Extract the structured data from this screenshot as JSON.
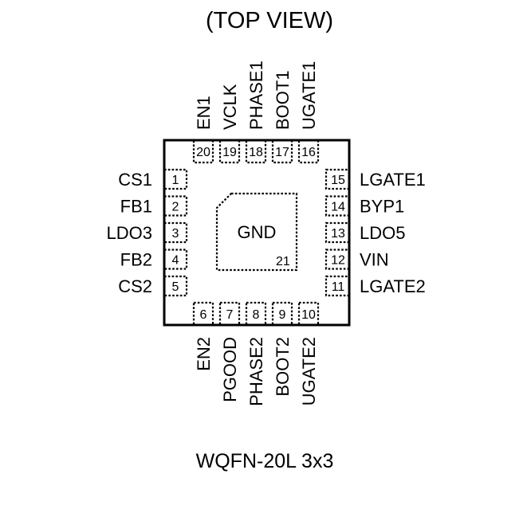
{
  "title": "(TOP VIEW)",
  "package": "WQFN-20L 3x3",
  "exposed_pad": {
    "label": "GND",
    "number": "21"
  },
  "pins": {
    "left": [
      {
        "number": "1",
        "name": "CS1"
      },
      {
        "number": "2",
        "name": "FB1"
      },
      {
        "number": "3",
        "name": "LDO3"
      },
      {
        "number": "4",
        "name": "FB2"
      },
      {
        "number": "5",
        "name": "CS2"
      }
    ],
    "bottom": [
      {
        "number": "6",
        "name": "EN2"
      },
      {
        "number": "7",
        "name": "PGOOD"
      },
      {
        "number": "8",
        "name": "PHASE2"
      },
      {
        "number": "9",
        "name": "BOOT2"
      },
      {
        "number": "10",
        "name": "UGATE2"
      }
    ],
    "right": [
      {
        "number": "11",
        "name": "LGATE2"
      },
      {
        "number": "12",
        "name": "VIN"
      },
      {
        "number": "13",
        "name": "LDO5"
      },
      {
        "number": "14",
        "name": "BYP1"
      },
      {
        "number": "15",
        "name": "LGATE1"
      }
    ],
    "top": [
      {
        "number": "16",
        "name": "UGATE1"
      },
      {
        "number": "17",
        "name": "BOOT1"
      },
      {
        "number": "18",
        "name": "PHASE1"
      },
      {
        "number": "19",
        "name": "VCLK"
      },
      {
        "number": "20",
        "name": "EN1"
      }
    ]
  }
}
